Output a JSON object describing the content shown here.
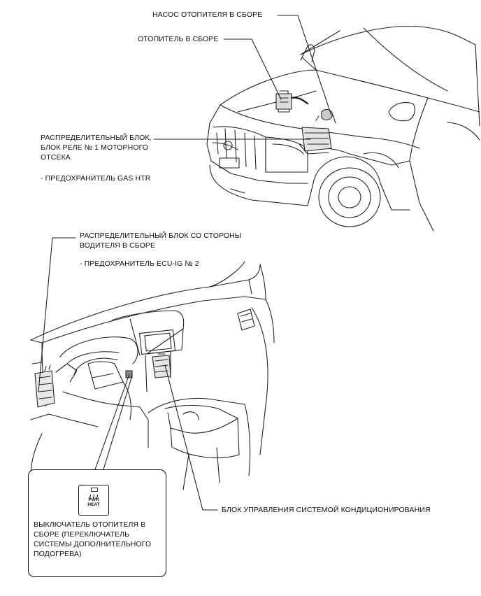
{
  "labels": {
    "heater_pump": "НАСОС ОТОПИТЕЛЯ В СБОРЕ",
    "heater": "ОТОПИТЕЛЬ В СБОРЕ",
    "engine_relay_block_line1": "РАСПРЕДЕЛИТЕЛЬНЫЙ БЛОК,",
    "engine_relay_block_line2": "БЛОК РЕЛЕ № 1 МОТОРНОГО",
    "engine_relay_block_line3": "ОТСЕКА",
    "fuse_gas_htr": "- ПРЕДОХРАНИТЕЛЬ GAS HTR",
    "driver_block_line1": "РАСПРЕДЕЛИТЕЛЬНЫЙ БЛОК СО СТОРОНЫ",
    "driver_block_line2": "ВОДИТЕЛЯ В СБОРЕ",
    "fuse_ecu_ig": "- ПРЕДОХРАНИТЕЛЬ ECU-IG № 2",
    "ac_control_unit": "БЛОК УПРАВЛЕНИЯ СИСТЕМОЙ КОНДИЦИОНИРОВАНИЯ",
    "heater_switch_line1": "ВЫКЛЮЧАТЕЛЬ ОТОПИТЕЛЯ В",
    "heater_switch_line2": "СБОРЕ (ПЕРЕКЛЮЧАТЕЛЬ",
    "heater_switch_line3": "СИСТЕМЫ ДОПОЛНИТЕЛЬНОГО",
    "heater_switch_line4": "ПОДОГРЕВА)"
  },
  "switch_icon": {
    "line1": "PWR",
    "line2": "HEAT"
  }
}
